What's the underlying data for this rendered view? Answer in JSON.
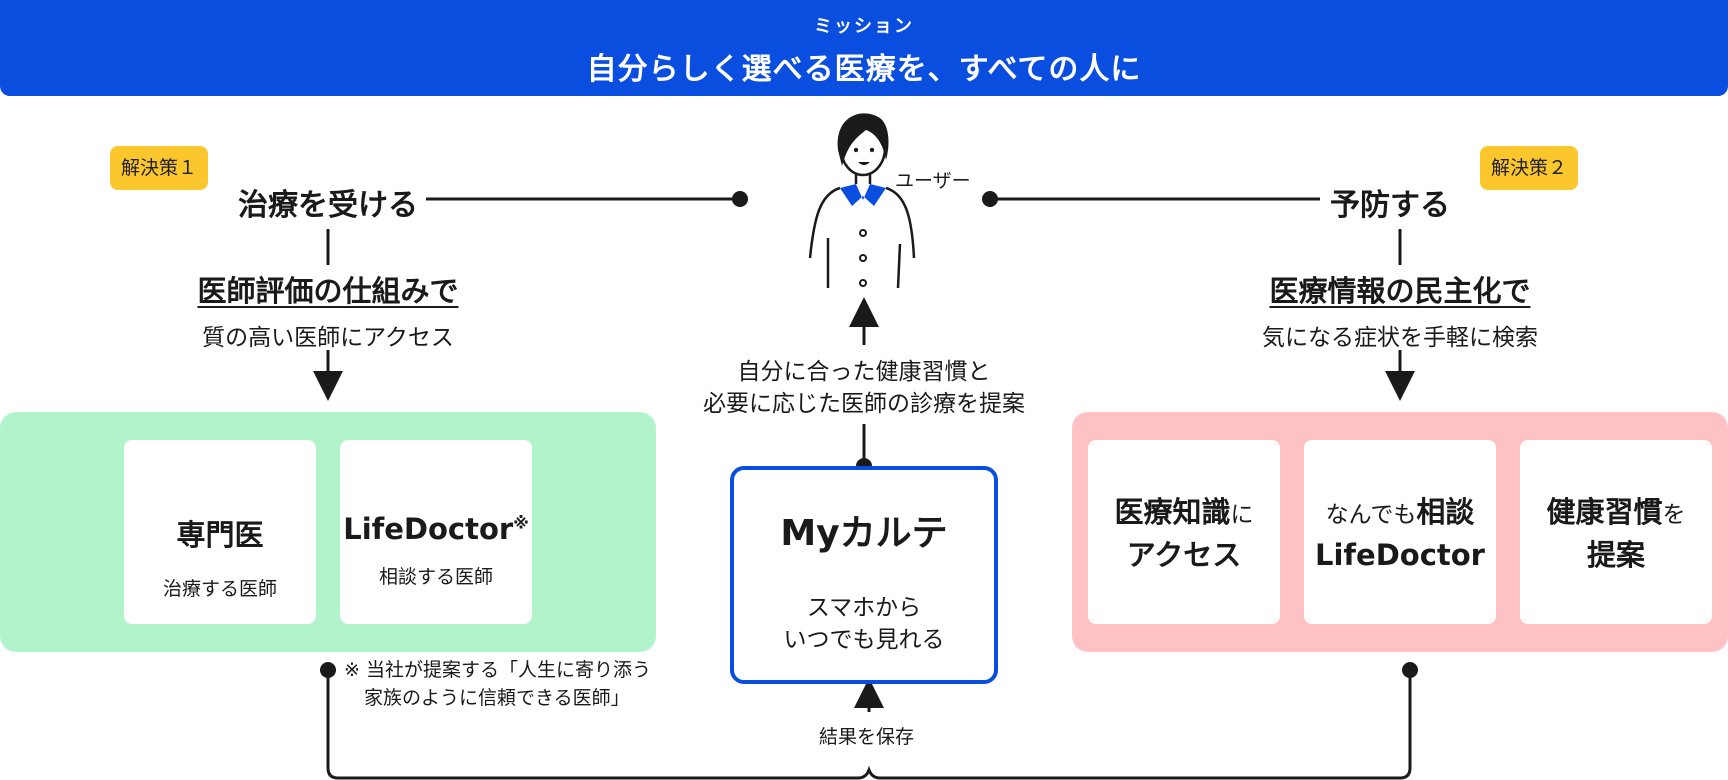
{
  "banner": {
    "subtitle": "ミッション",
    "title": "自分らしく選べる医療を、すべての人に",
    "color": "#0a4ee0"
  },
  "user": {
    "label": "ユーザー",
    "icon": "user-figure-icon"
  },
  "left": {
    "badge": "解決策１",
    "heading": "治療を受ける",
    "subheading": "医師評価の仕組みで",
    "description": "質の高い医師にアクセス",
    "panel_color": "#b1f3cb",
    "cards": [
      {
        "title": "専門医",
        "subtitle": "治療する医師"
      },
      {
        "title": "LifeDoctor",
        "mark": "※",
        "subtitle": "相談する医師"
      }
    ],
    "footnote": {
      "mark": "※",
      "line1": "当社が提案する「人生に寄り添う",
      "line2": "家族のように信頼できる医師」"
    }
  },
  "right": {
    "badge": "解決策２",
    "heading": "予防する",
    "subheading": "医療情報の民主化で",
    "description": "気になる症状を手軽に検索",
    "panel_color": "#ffc2c4",
    "cards": [
      {
        "bold1": "医療知識",
        "small1": "に",
        "bold2": "アクセス"
      },
      {
        "small1": "なんでも",
        "bold1": "相談",
        "bold2": "LifeDoctor"
      },
      {
        "bold1": "健康習慣",
        "small1": "を",
        "bold2": "提案"
      }
    ]
  },
  "center": {
    "proposal_line1": "自分に合った健康習慣と",
    "proposal_line2": "必要に応じた医師の診療を提案",
    "karte_title": "Myカルテ",
    "karte_line1": "スマホから",
    "karte_line2": "いつでも見れる",
    "save_label": "結果を保存"
  }
}
